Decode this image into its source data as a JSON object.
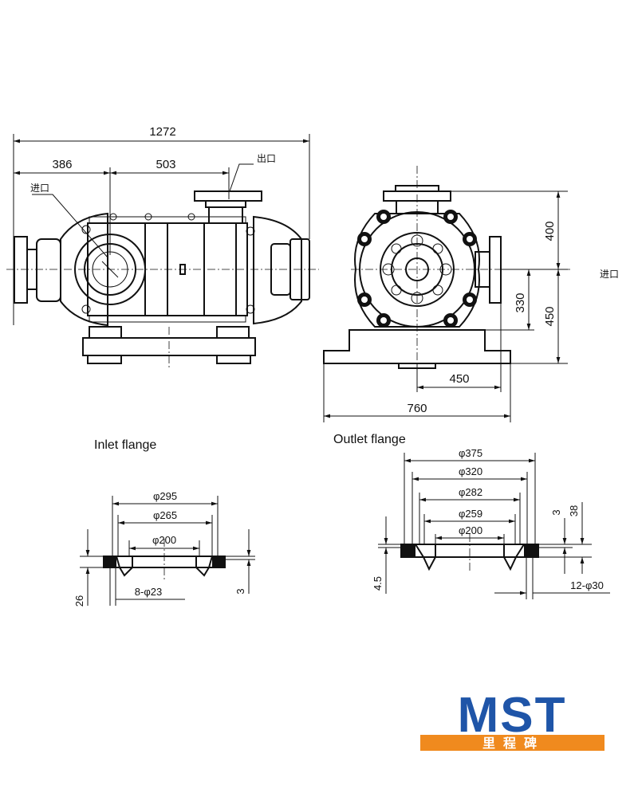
{
  "side_view": {
    "overall_length": "1272",
    "inlet_offset": "386",
    "outlet_offset": "503",
    "outlet_label": "出口",
    "inlet_label": "进口"
  },
  "end_view": {
    "dim_400": "400",
    "dim_330": "330",
    "dim_450_v": "450",
    "dim_450_h": "450",
    "dim_760": "760",
    "inlet_label": "进口"
  },
  "inlet_flange": {
    "title": "Inlet flange",
    "d1": "φ295",
    "d2": "φ265",
    "d3": "φ200",
    "holes": "8-φ23",
    "thickness": "26",
    "raised": "3"
  },
  "outlet_flange": {
    "title": "Outlet flange",
    "d1": "φ375",
    "d2": "φ320",
    "d3": "φ282",
    "d4": "φ259",
    "d5": "φ200",
    "raised": "3",
    "thickness": "38",
    "bottom": "4.5",
    "holes": "12-φ30"
  },
  "logo": {
    "text": "MST",
    "subtitle": "里程碑",
    "colors": {
      "blue": "#1f55a8",
      "orange": "#f08a1e"
    }
  }
}
